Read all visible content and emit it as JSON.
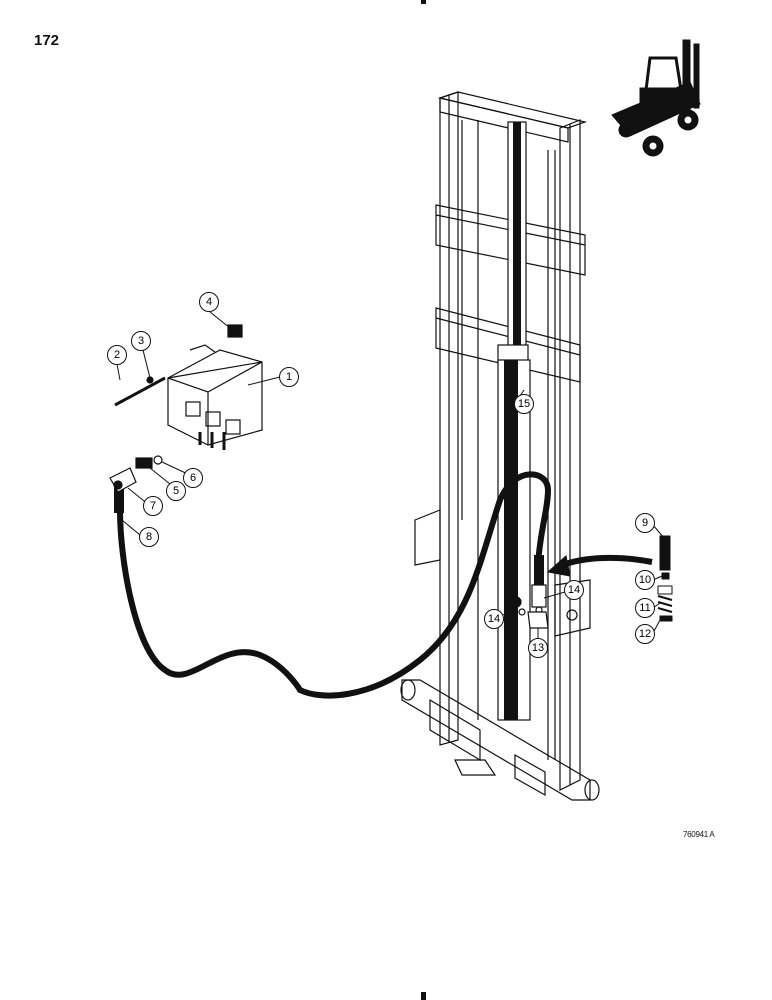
{
  "page": {
    "number": "172",
    "figure_code": "760941 A"
  },
  "callouts": [
    "1",
    "2",
    "3",
    "4",
    "5",
    "6",
    "7",
    "8",
    "9",
    "10",
    "11",
    "12",
    "13",
    "14",
    "14",
    "15"
  ],
  "colors": {
    "ink": "#111111",
    "paper": "#ffffff"
  }
}
